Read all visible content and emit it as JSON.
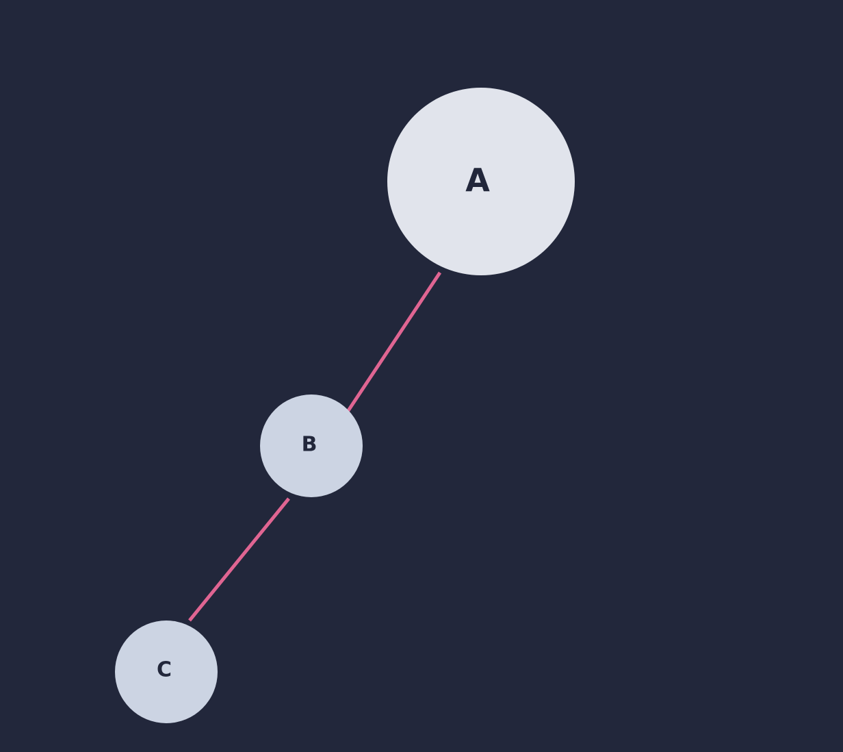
{
  "colors": {
    "background": "#22273b",
    "node_primary": "#e1e4ec",
    "node_secondary": "#ccd4e3",
    "edge": "#e06592",
    "label": "#22273b"
  },
  "nodes": [
    {
      "id": "A",
      "label": "A"
    },
    {
      "id": "B",
      "label": "B"
    },
    {
      "id": "C",
      "label": "C"
    }
  ],
  "edges": [
    {
      "from": "A",
      "to": "B"
    },
    {
      "from": "B",
      "to": "C"
    }
  ]
}
